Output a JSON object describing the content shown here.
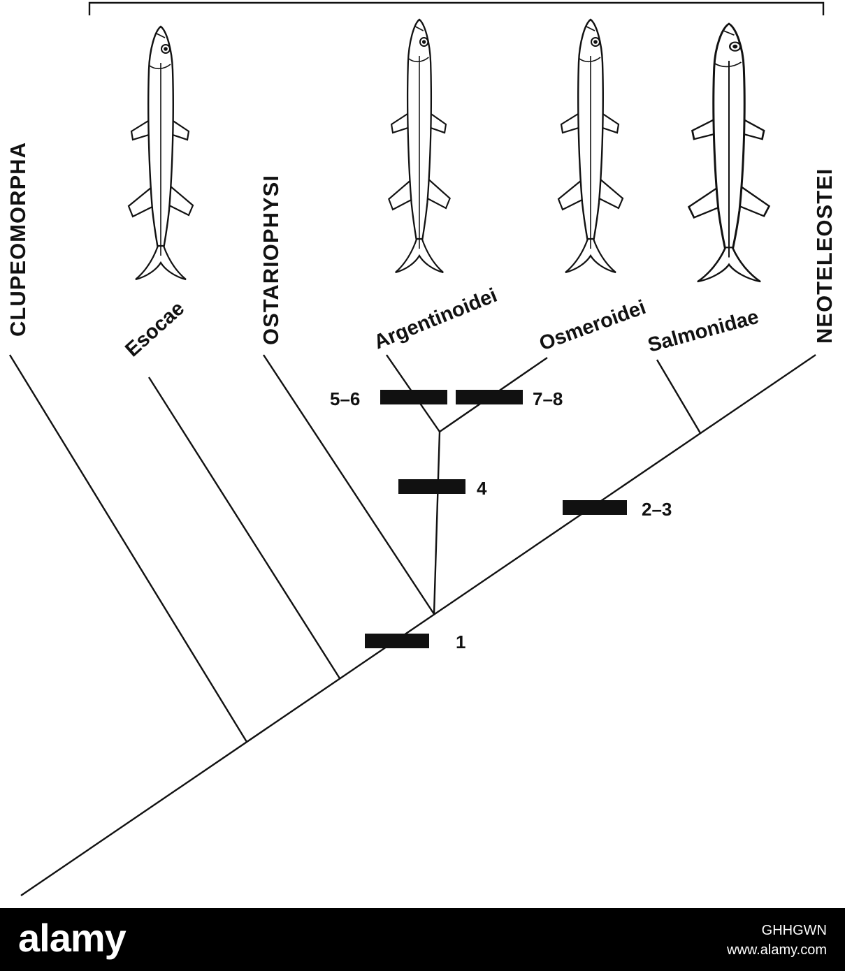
{
  "cladogram": {
    "taxa": [
      {
        "id": "clupeomorpha",
        "label": "CLUPEOMORPHA"
      },
      {
        "id": "esocae",
        "label": "Esocae"
      },
      {
        "id": "ostariophysi",
        "label": "OSTARIOPHYSI"
      },
      {
        "id": "argentinoidei",
        "label": "Argentinoidei"
      },
      {
        "id": "osmeroidei",
        "label": "Osmeroidei"
      },
      {
        "id": "salmonidae",
        "label": "Salmonidae"
      },
      {
        "id": "neoteleostei",
        "label": "NEOTELEOSTEI"
      }
    ],
    "characters": [
      {
        "id": "c1",
        "label": "1"
      },
      {
        "id": "c2-3",
        "label": "2–3"
      },
      {
        "id": "c4",
        "label": "4"
      },
      {
        "id": "c5-6",
        "label": "5–6"
      },
      {
        "id": "c7-8",
        "label": "7–8"
      }
    ],
    "fish_illustrations": [
      "esocae-fish",
      "argentinoidei-fish",
      "osmeroidei-fish",
      "salmonidae-fish"
    ]
  },
  "watermark": {
    "logo": "alamy",
    "image_id": "GHHGWN",
    "url": "www.alamy.com"
  }
}
